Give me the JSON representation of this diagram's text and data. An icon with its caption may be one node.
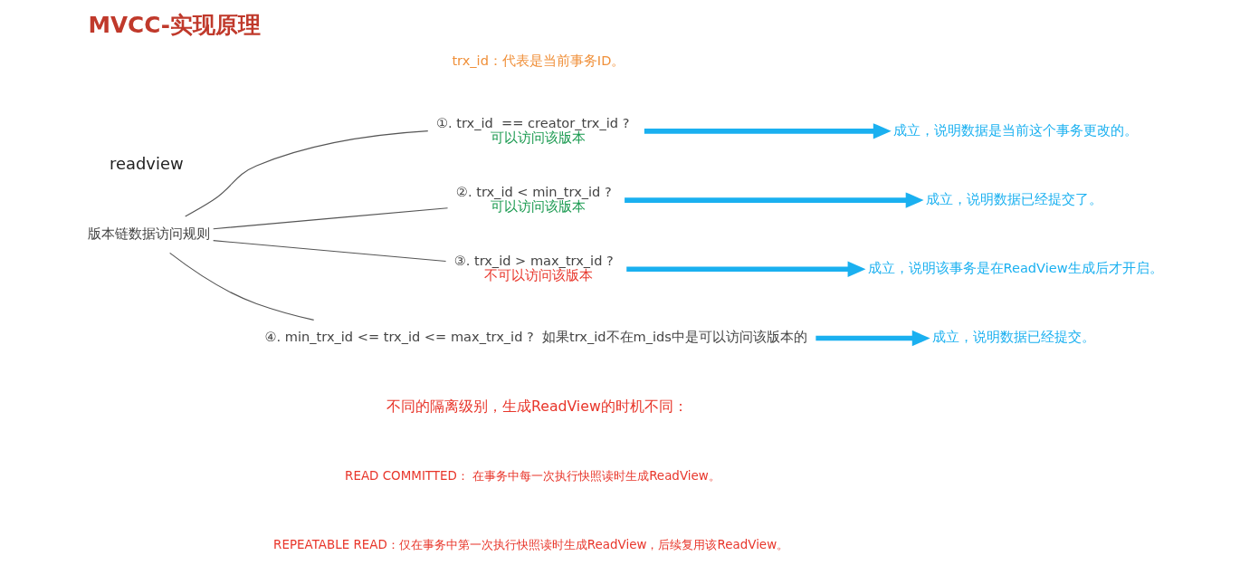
{
  "diagram": {
    "title": "MVCC-实现原理",
    "nodes": [
      {
        "text": [
          "版本链数据访问规则"
        ]
      },
      {
        "text": [
          "①. trx_id  == creator_trx_id ?",
          "可以访问该版本"
        ]
      },
      {
        "text": [
          "成立，说明数据是当前这个事务更改的。"
        ]
      },
      {
        "text": [
          "②. trx_id < min_trx_id ?",
          "可以访问该版本"
        ]
      },
      {
        "text": [
          "成立，说明数据已经提交了。"
        ]
      },
      {
        "text": [
          "③. trx_id > max_trx_id ?",
          "不可以访问该版本"
        ]
      },
      {
        "text": [
          "成立，说明该事务是在ReadView生成后才开启。"
        ]
      },
      {
        "text": [
          "④. min_trx_id <= trx_id <= max_trx_id ?  如果trx_id不在m_ids中是可以访问该版本的"
        ]
      },
      {
        "text": [
          "成立，说明数据已经提交。"
        ]
      }
    ],
    "edges": [
      {
        "from": 0,
        "to": 1,
        "arrow": "none"
      },
      {
        "from": 0,
        "to": 3,
        "arrow": "none"
      },
      {
        "from": 0,
        "to": 5,
        "arrow": "none"
      },
      {
        "from": 0,
        "to": 7,
        "arrow": "none"
      },
      {
        "from": 1,
        "to": 2,
        "arrow": "to",
        "style": "thick",
        "color": "#1ab0f0"
      },
      {
        "from": 3,
        "to": 4,
        "arrow": "to",
        "style": "thick",
        "color": "#1ab0f0"
      },
      {
        "from": 5,
        "to": 6,
        "arrow": "to",
        "style": "thick",
        "color": "#1ab0f0"
      },
      {
        "from": 7,
        "to": 8,
        "arrow": "to",
        "style": "thick",
        "color": "#1ab0f0"
      }
    ],
    "labels": [
      "readview",
      "trx_id：代表是当前事务ID。",
      "不同的隔离级别，生成ReadView的时机不同：",
      "READ COMMITTED： 在事务中每一次执行快照读时生成ReadView。",
      "REPEATABLE READ：仅在事务中第一次执行快照读时生成ReadView，后续复用该ReadView。"
    ]
  }
}
